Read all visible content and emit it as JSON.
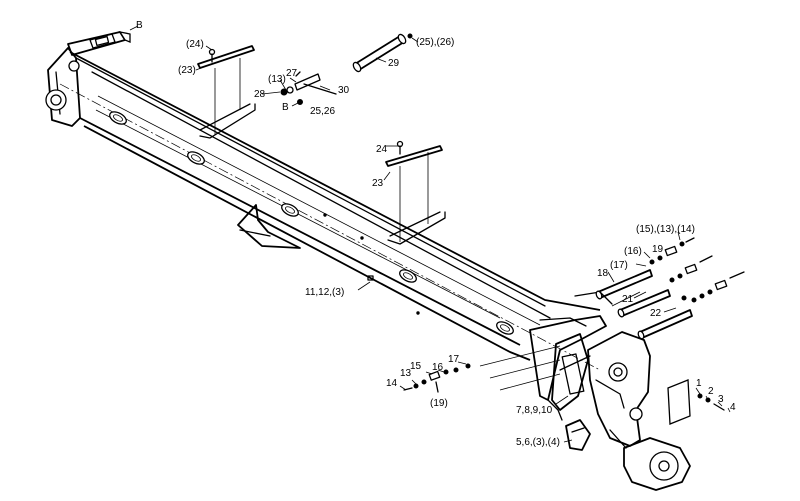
{
  "callouts": {
    "b_top": "B",
    "b_mid": "B",
    "c24_paren": "(24)",
    "c23_paren": "(23)",
    "c25_26_paren": "(25),(26)",
    "c29": "29",
    "c13_paren_top": "(13)",
    "c27": "27",
    "c28": "28",
    "c30": "30",
    "c25_26": "25,26",
    "c24": "24",
    "c23": "23",
    "c15_13_14": "(15),(13),(14)",
    "c16_paren": "(16)",
    "c19_top": "19",
    "c17_paren": "(17)",
    "c18": "18",
    "c21": "21",
    "c22": "22",
    "c11_12_3": "11,12,(3)",
    "c15": "15",
    "c16": "16",
    "c17": "17",
    "c13": "13",
    "c14": "14",
    "c19_paren": "(19)",
    "c7_8_9_10": "7,8,9,10",
    "c5_6_3_4": "5,6,(3),(4)",
    "c1": "1",
    "c2": "2",
    "c3": "3",
    "c4": "4"
  }
}
